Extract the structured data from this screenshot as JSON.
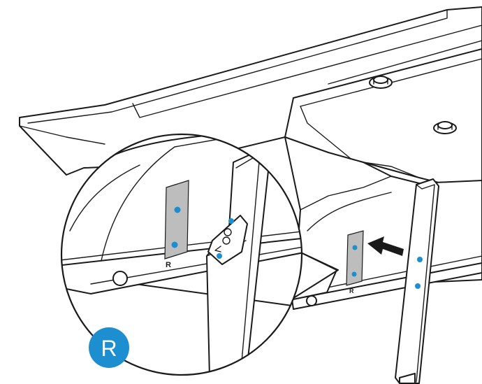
{
  "diagram": {
    "callout_badge": {
      "label": "R",
      "color": "#1d8fd0"
    },
    "plate_marks": {
      "zoom": "R",
      "main": "R"
    },
    "colors": {
      "screw_hole": "#1d8fd0",
      "bracket_plate": "#bdbdbd",
      "line": "#1a1a1a",
      "background": "#ffffff"
    },
    "icons": [
      "arrow-insert-icon",
      "screw-hole-icon",
      "keyhole-icon"
    ]
  }
}
